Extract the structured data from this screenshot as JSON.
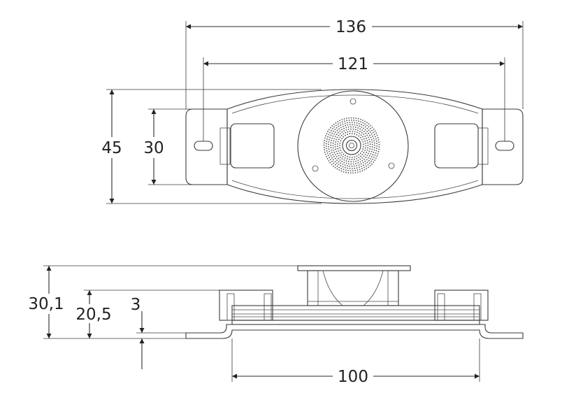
{
  "colors": {
    "line": "#3a3a3a",
    "text": "#222222",
    "background": "#ffffff"
  },
  "top_view": {
    "dimensions": {
      "overall_length": "136",
      "hole_spacing": "121",
      "overall_width": "45",
      "inner_width": "30"
    }
  },
  "side_view": {
    "dimensions": {
      "overall_height": "30,1",
      "body_height": "20,5",
      "flange_height": "3",
      "body_length": "100"
    }
  }
}
